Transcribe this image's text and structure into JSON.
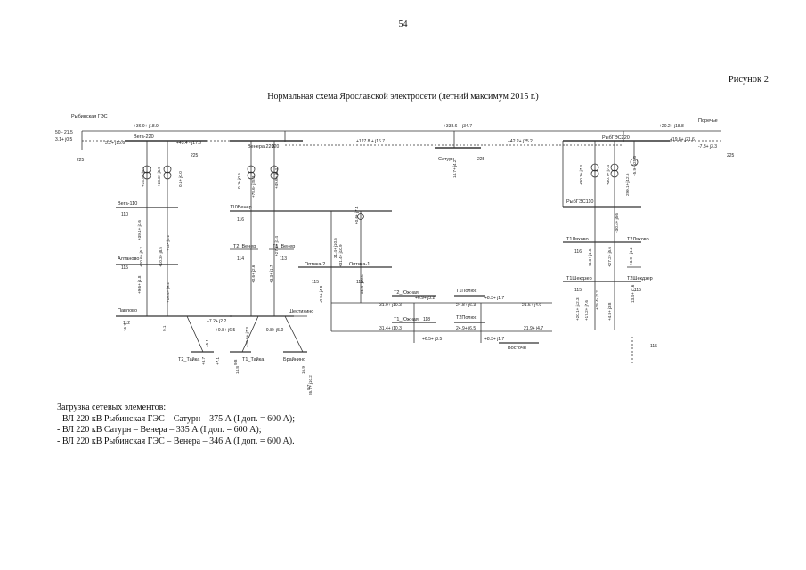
{
  "page": {
    "number": "54",
    "figure_label": "Рисунок 2",
    "title": "Нормальная схема Ярославской электросети (летний максимум 2015 г.)"
  },
  "scheme": {
    "substations": {
      "rybinsk_ges": "Рыбинская ГЭС",
      "vega_220": "Вега-220",
      "venera_220": "Венера 220",
      "saturn": "Сатурн",
      "rybges_220": "РыбГЭС220",
      "poreche": "Поречье",
      "vega_110": "Вега-110",
      "altanovo": "Алтаново",
      "pavlovo": "Павлово",
      "venera_110": "110Венер",
      "t2_venera": "Т2_Венер",
      "t1_venera": "Т1_Венер",
      "optika_2": "Оптика-2",
      "optika_1": "Оптика-1",
      "t2_yuzhnaya": "Т2_Южная",
      "t1_yuzhnaya": "Т1_Южная",
      "t1_polyus": "Т1Полюс",
      "t2_polyus": "Т2Полюс",
      "vostochnaya": "Восточн",
      "shestikhino": "Шестихино",
      "t2_tayka": "Т2_Тайка",
      "t1_tayka": "Т1_Тайка",
      "brainino": "Брайнино",
      "rybges_110": "РыбГЭС110",
      "t1_lyakhovo": "Т1Ляхово",
      "t2_lyakhovo": "Т2Ляхово",
      "t1_shekdzer": "Т1Шекдзер",
      "t2_shekdzer": "Т2Шекдзер"
    },
    "voltages": {
      "v225_a": "225",
      "v225_b": "225",
      "v225_c": "225",
      "v225_d": "225",
      "v220": "220",
      "v110_a": "110",
      "v115_a": "115",
      "v115_b": "115",
      "v115_c": "115",
      "v116": "116",
      "v114": "114",
      "v113": "113",
      "v112": "112",
      "v118": "118",
      "v116_b": "116",
      "v115_d": "115",
      "v115_e": "115",
      "v115_f": "115"
    },
    "flows": {
      "f1": "+36.9+ j18.9",
      "f2": "+45.4 - j17.6",
      "f3": "3.2+ j15.6",
      "f4": "+338.6 + j34.7",
      "f5": "+127.8 + j16.7",
      "f6": "+42.2+ j25.2",
      "f7": "+20.2+ j18.8",
      "f8": "+19.8+ j21.6",
      "f9": "-7.8+ j3.3",
      "f10": "50 - 21.5",
      "f11": "3.1+ j0.5",
      "f12": "+7.2+ j2.2",
      "f13": "21.5+ j4.9",
      "f14": "21.9+ j4.7",
      "f15": "24.8+ j6.3",
      "f16": "24.9+ j6.5",
      "f17": "31.9+ j10.3",
      "f18": "31.4+ j10.3",
      "f19": "+6.9+ j3.2",
      "f20": "+6.5+ j3.5",
      "f21": "+9.8+ j6.5",
      "f22": "+9.8+ j5.0",
      "f23": "+8.3+ j1.7",
      "f24": "+8.3+ j1.7"
    },
    "vertical_flows": {
      "v1": "+34.9+ j5.4",
      "v2": "+23.3+ j6.5",
      "v3": "0.1+ j0.0",
      "v4": "0.1+ j0.6",
      "v5": "+75.6- j25.3",
      "v6": "+49.6+ j6.4",
      "v7": "+12- j1.2",
      "v8": "+39.1+ j3.6",
      "v9": "+9.6+ j1.8",
      "v10": "+10.4+ j9.2",
      "v11": "+27.3+ j7.4",
      "v12": "+3.3+ j1.7",
      "v13": "+0.6+ j2.6",
      "v14": "31.4+ j10.5",
      "v15": "+31.4+ j10.9",
      "v16": "+0.6+ j7.4",
      "v17": "31.4- j10.5",
      "v18": "-0.8+ j4.8",
      "v19": "14.7+ j4.2",
      "v20": "+30.7+ j7.4",
      "v21": "+30.7+ j7.4",
      "v22": "299.1+ j12.5",
      "v23": "+5.9+ j25.8",
      "v24": "+30.4+ j5.6",
      "v25": "+27.2+ j5.6",
      "v26": "+3.3+ j1.6",
      "v27": "+17.2+ j7.6",
      "v28": "+4.8+ j3.8",
      "v29": "+3.9+ j1.2",
      "v30": "13.4+ j7.6",
      "v31": "+25.4- j2.2",
      "v32": "+20.1+ j12.3",
      "v33": "9.8",
      "v34": "14.8",
      "v35": "+26.6+ j7.3",
      "v36": "16.9",
      "v37": "9.7",
      "v38": "+5.1",
      "v39": "+3.7",
      "v40": "26.7+ j10.2",
      "v41": "16.3",
      "v42": "9.1",
      "v43": "+10.3+ j8.5",
      "v44": "+20.6+ j5.2",
      "v45": "+7.1"
    }
  },
  "notes": {
    "heading": "Загрузка сетевых элементов:",
    "items": [
      "- ВЛ 220 кВ Рыбинская ГЭС – Сатурн – 375 А (I доп. = 600 А);",
      "- ВЛ 220 кВ Сатурн – Венера – 335 А (I доп. = 600 А);",
      "- ВЛ 220 кВ Рыбинская ГЭС – Венера – 346 А (I доп. = 600 А)."
    ]
  }
}
